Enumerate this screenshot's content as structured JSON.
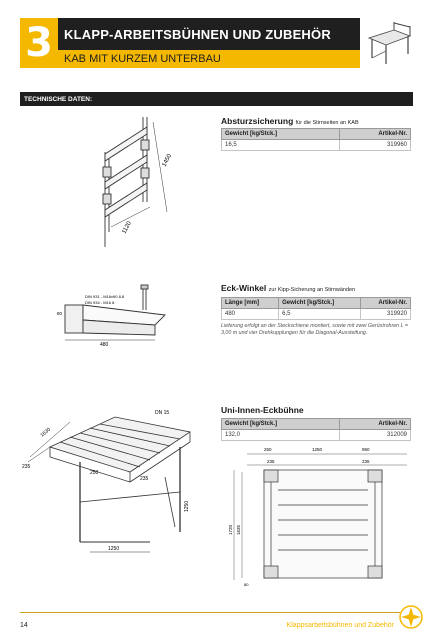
{
  "header": {
    "chapter_number": "3",
    "title": "KLAPP-ARBEITSBÜHNEN UND ZUBEHÖR",
    "subtitle": "KAB MIT KURZEM UNTERBAU"
  },
  "tech_data_label": "TECHNISCHE DATEN:",
  "sections": {
    "absturz": {
      "title": "Absturzsicherung",
      "subtitle": "für die Stirnseiten an KAB",
      "headers": [
        "Gewicht [kg/Stck.]",
        "Artikel-Nr."
      ],
      "rows": [
        [
          "16,5",
          "319960"
        ]
      ],
      "dims": {
        "d1": "1450",
        "d2": "1120"
      }
    },
    "eck": {
      "title": "Eck-Winkel",
      "subtitle": "zur Kipp-Sicherung an Stirnwänden",
      "headers": [
        "Länge [mm]",
        "Gewicht [kg/Stck.]",
        "Artikel-Nr."
      ],
      "rows": [
        [
          "480",
          "6,5",
          "319920"
        ]
      ],
      "note": "Lieferung erfolgt an der Steckschiene montiert, sowie mit zwei Gerüstrohren L = 3,00 m und vier Drehkupplungen für die Diagonal-Aussteifung.",
      "dims": {
        "din1": "DIN 931 - M16x90  8.8",
        "din2": "DIN 934 - M16  8",
        "d_len": "480",
        "d_h": "80"
      }
    },
    "uni": {
      "title": "Uni-Innen-Eckbühne",
      "headers": [
        "Gewicht [kg/Stck.]",
        "Artikel-Nr."
      ],
      "rows": [
        [
          "132,0",
          "312009"
        ]
      ],
      "iso_dims": {
        "dn": "DN 15",
        "a": "1630",
        "b": "235",
        "c": "235",
        "d": "250",
        "e": "1250",
        "h": "1250"
      },
      "plan_dims": {
        "top": [
          "250",
          "1250",
          "950"
        ],
        "sub": [
          "235",
          "235"
        ],
        "left": [
          "1720",
          "1635"
        ],
        "bottom": "80"
      }
    }
  },
  "footer": {
    "page": "14",
    "text": "Klappsarbeitsbühnen und Zubehör"
  },
  "colors": {
    "accent": "#f5b800",
    "dark": "#1f1f1f"
  }
}
